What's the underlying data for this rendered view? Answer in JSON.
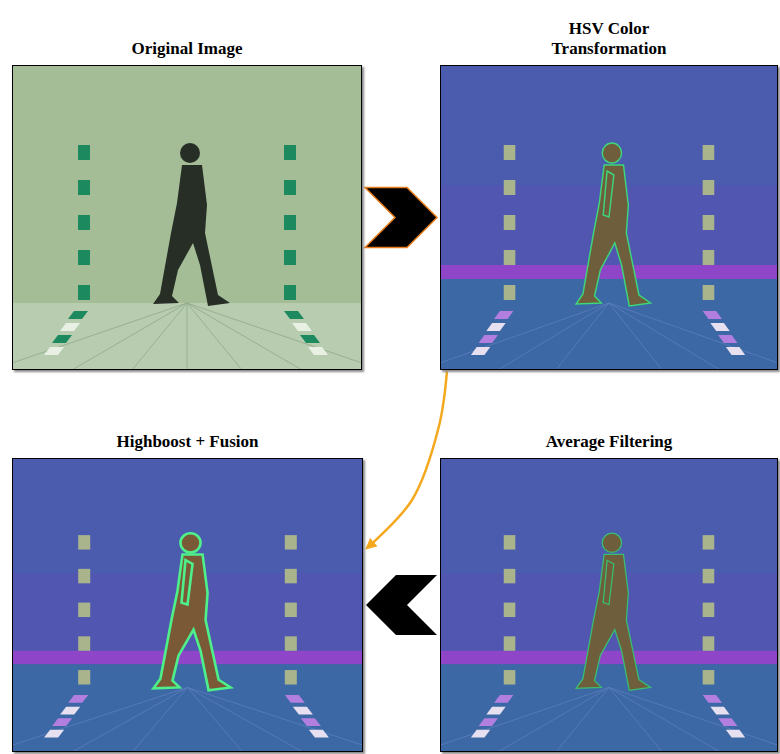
{
  "diagram": {
    "nodes": [
      {
        "text": [
          "Original Image"
        ]
      },
      {
        "text": [
          "HSV Color Transformation"
        ]
      },
      {
        "text": [
          "Highboost + Fusion"
        ]
      },
      {
        "text": [
          "Average Filtering"
        ]
      }
    ],
    "edges": [
      {
        "from": 0,
        "to": 1,
        "arrow": "to"
      },
      {
        "from": 1,
        "to": 2,
        "arrow": "to"
      },
      {
        "from": 3,
        "to": 2,
        "arrow": "to"
      }
    ]
  }
}
